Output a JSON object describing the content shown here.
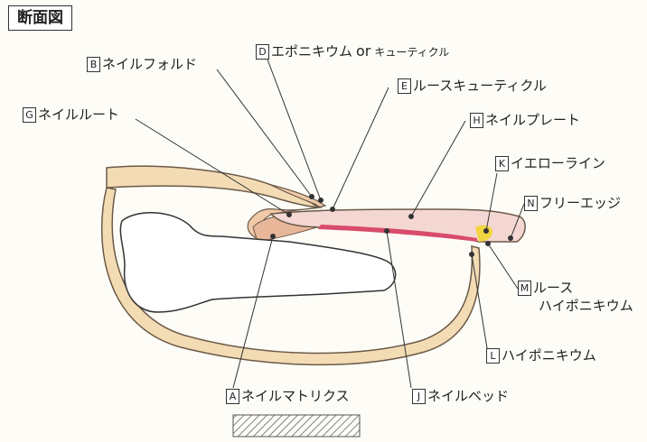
{
  "title": "断面図",
  "labels": {
    "A": {
      "key": "A",
      "text": "ネイルマトリクス"
    },
    "B": {
      "key": "B",
      "text": "ネイルフォルド"
    },
    "D": {
      "key": "D",
      "text": "エポニキウム",
      "or": "or",
      "alt": "キューティクル"
    },
    "E": {
      "key": "E",
      "text": "ルースキューティクル"
    },
    "G": {
      "key": "G",
      "text": "ネイルルート"
    },
    "H": {
      "key": "H",
      "text": "ネイルプレート"
    },
    "J": {
      "key": "J",
      "text": "ネイルベッド"
    },
    "K": {
      "key": "K",
      "text": "イエローライン"
    },
    "L": {
      "key": "L",
      "text": "ハイポニキウム"
    },
    "M": {
      "key": "M",
      "text": "ルース",
      "text2": "ハイポニキウム"
    },
    "N": {
      "key": "N",
      "text": "フリーエッジ"
    }
  },
  "colors": {
    "skin": "#f3dcb4",
    "skin_stroke": "#6b5a48",
    "plate": "#f4d7d3",
    "bed": "#d94b6b",
    "yellow_line": "#f0d540",
    "matrix": "#e8b79a",
    "line": "#333333"
  }
}
